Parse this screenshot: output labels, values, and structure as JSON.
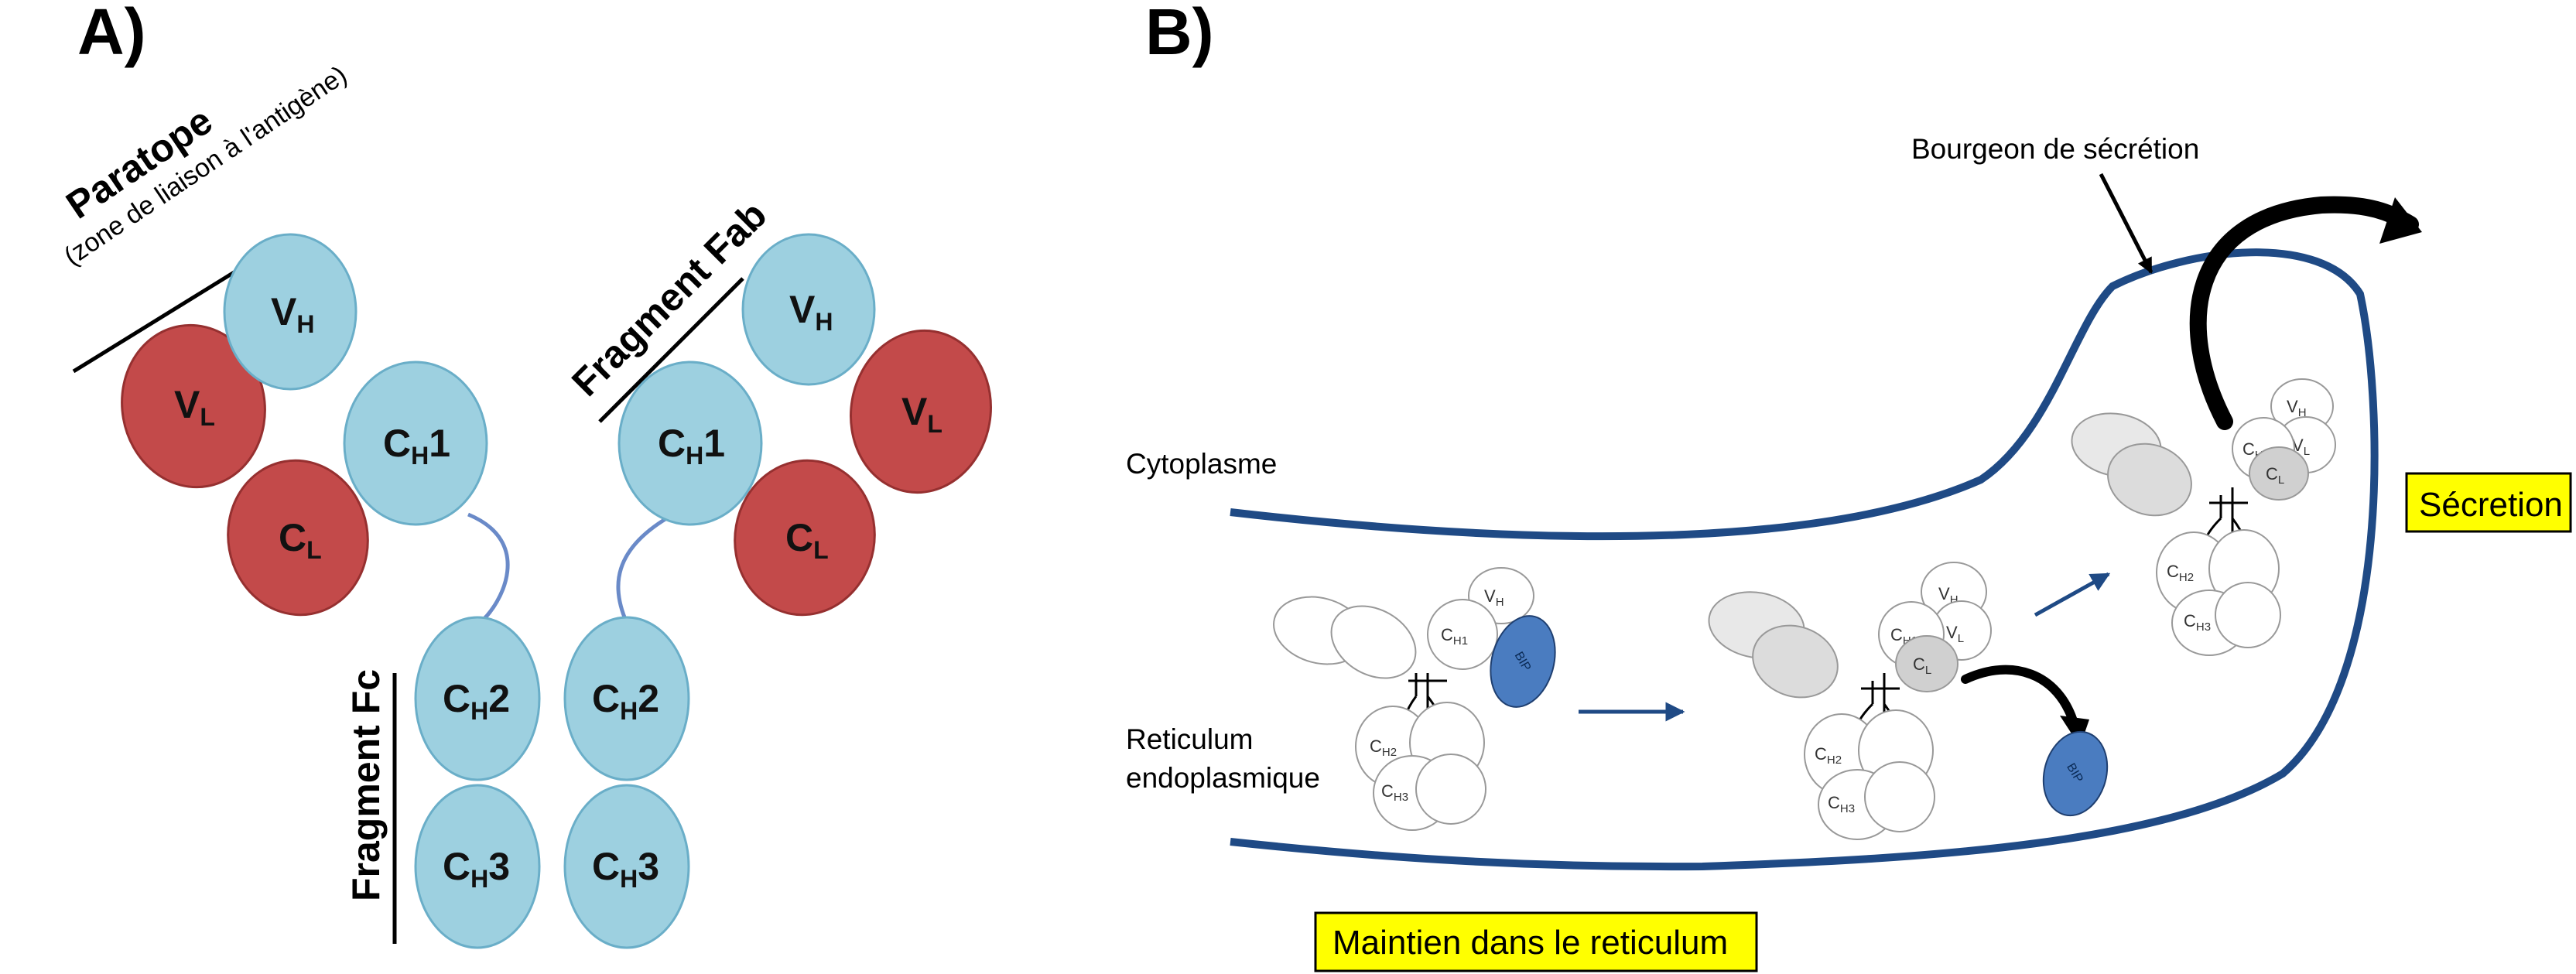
{
  "colors": {
    "heavy_fill": "#9dd0e0",
    "heavy_stroke": "#6aaec8",
    "light_fill": "#c34a4a",
    "light_stroke": "#963030",
    "membrane": "#1f4a85",
    "bip_fill": "#4a7cc0",
    "highlight": "#ffff00"
  },
  "panel_a": {
    "label": "A)",
    "paratope_title": "Paratope",
    "paratope_subtitle": "(zone de liaison à l'antigène)",
    "fragment_fab": "Fragment Fab",
    "fragment_fc": "Fragment Fc",
    "domains": {
      "vh": {
        "main": "V",
        "sub": "H"
      },
      "vl": {
        "main": "V",
        "sub": "L"
      },
      "ch1": {
        "main": "C",
        "sub": "H",
        "suffix": "1"
      },
      "cl": {
        "main": "C",
        "sub": "L"
      },
      "ch2": {
        "main": "C",
        "sub": "H",
        "suffix": "2"
      },
      "ch3": {
        "main": "C",
        "sub": "H",
        "suffix": "3"
      }
    }
  },
  "panel_b": {
    "label": "B)",
    "bourgeon_label": "Bourgeon de sécrétion",
    "cytoplasme_label": "Cytoplasme",
    "reticulum_line1": "Reticulum",
    "reticulum_line2": "endoplasmique",
    "secretion_label": "Sécretion",
    "maintien_label": "Maintien dans le reticulum",
    "bip": "BIP",
    "small_domains": {
      "vh": {
        "main": "V",
        "sub": "H"
      },
      "vl": {
        "main": "V",
        "sub": "L"
      },
      "ch1": {
        "main": "C",
        "sub": "H1"
      },
      "cl": {
        "main": "C",
        "sub": "L"
      },
      "ch2": {
        "main": "C",
        "sub": "H2"
      },
      "ch3": {
        "main": "C",
        "sub": "H3"
      }
    }
  }
}
